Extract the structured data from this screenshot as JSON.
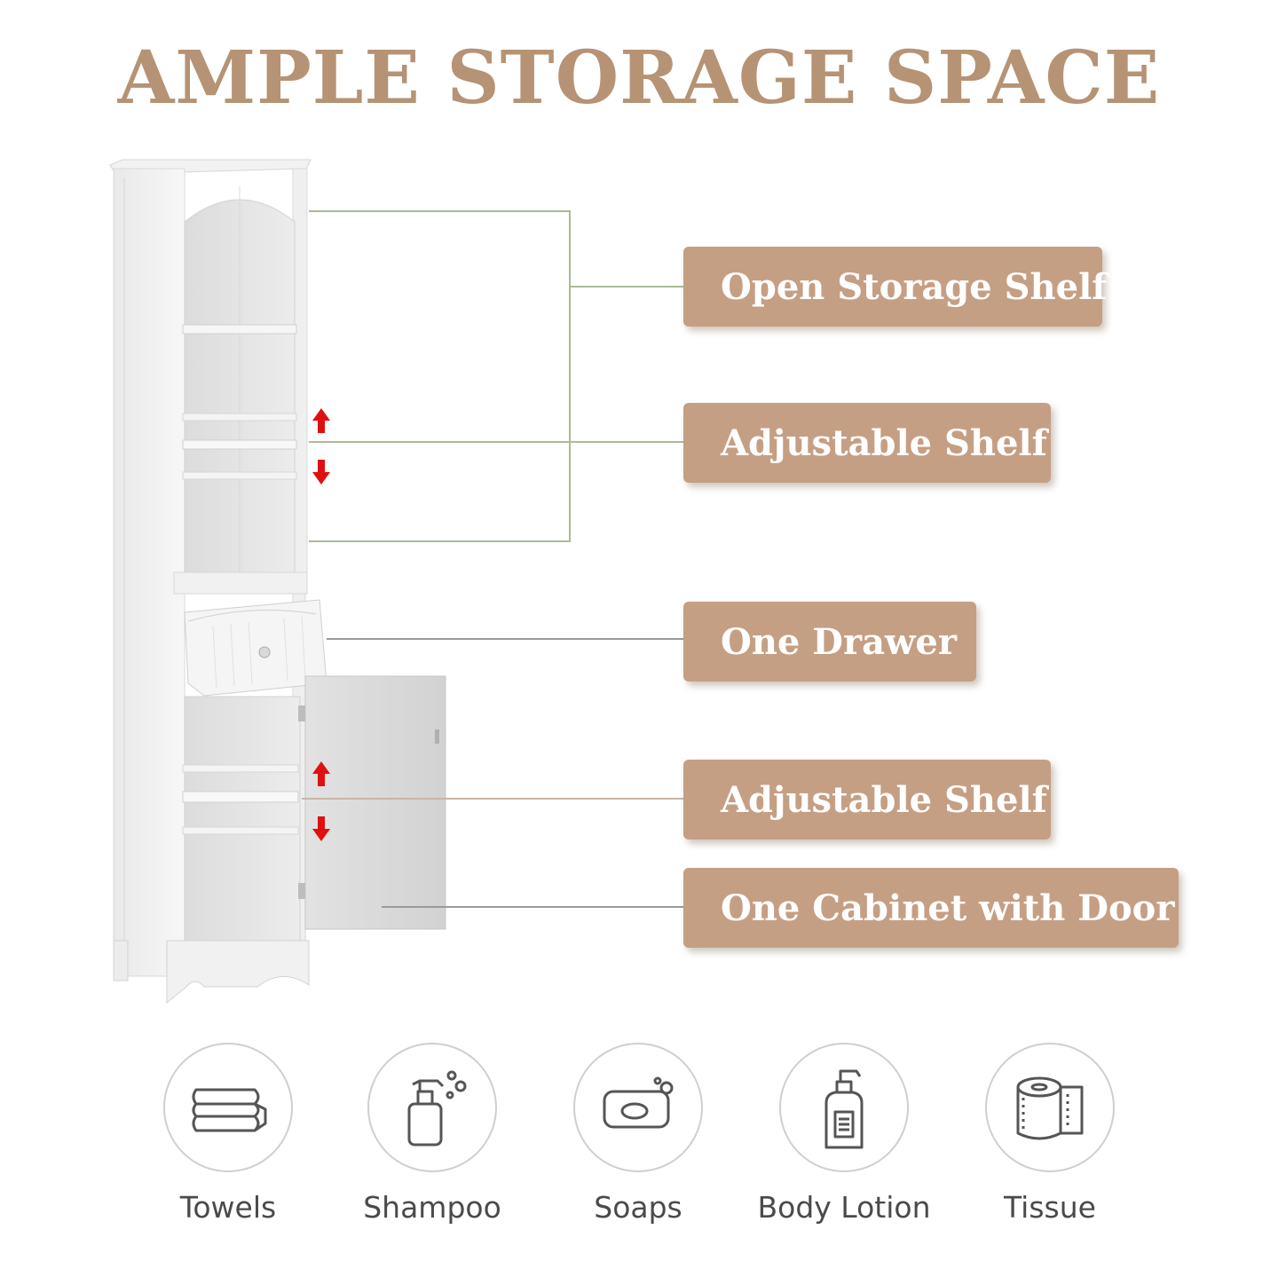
{
  "title": "AMPLE STORAGE SPACE",
  "colors": {
    "title": "#b59374",
    "label_bg": "#c59f84",
    "label_text": "#ffffff",
    "connector": "#9fb48a",
    "arrow": "#e01010"
  },
  "features": [
    {
      "label": "Open Storage Shelf"
    },
    {
      "label": "Adjustable Shelf"
    },
    {
      "label": "One Drawer"
    },
    {
      "label": "Adjustable Shelf"
    },
    {
      "label": "One Cabinet with Door"
    }
  ],
  "usages": [
    {
      "icon": "towels-icon",
      "label": "Towels"
    },
    {
      "icon": "shampoo-icon",
      "label": "Shampoo"
    },
    {
      "icon": "soap-icon",
      "label": "Soaps"
    },
    {
      "icon": "body-lotion-icon",
      "label": "Body Lotion"
    },
    {
      "icon": "tissue-icon",
      "label": "Tissue"
    }
  ]
}
